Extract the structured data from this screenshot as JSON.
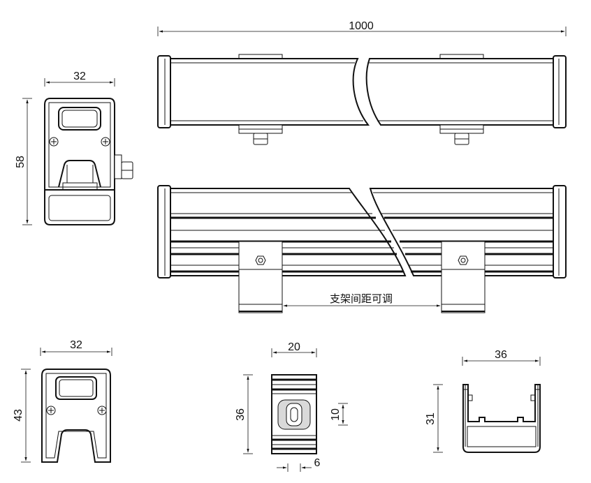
{
  "dimensions": {
    "length_total": "1000",
    "end_cap_width_top": "32",
    "end_cap_height": "58",
    "bracket_width": "32",
    "bracket_height": "43",
    "clip_width": "20",
    "clip_height": "36",
    "slot_height": "10",
    "slot_width": "6",
    "profile_width": "36",
    "profile_height": "31"
  },
  "annotations": {
    "bracket_spacing_note": "支架间距可调"
  }
}
